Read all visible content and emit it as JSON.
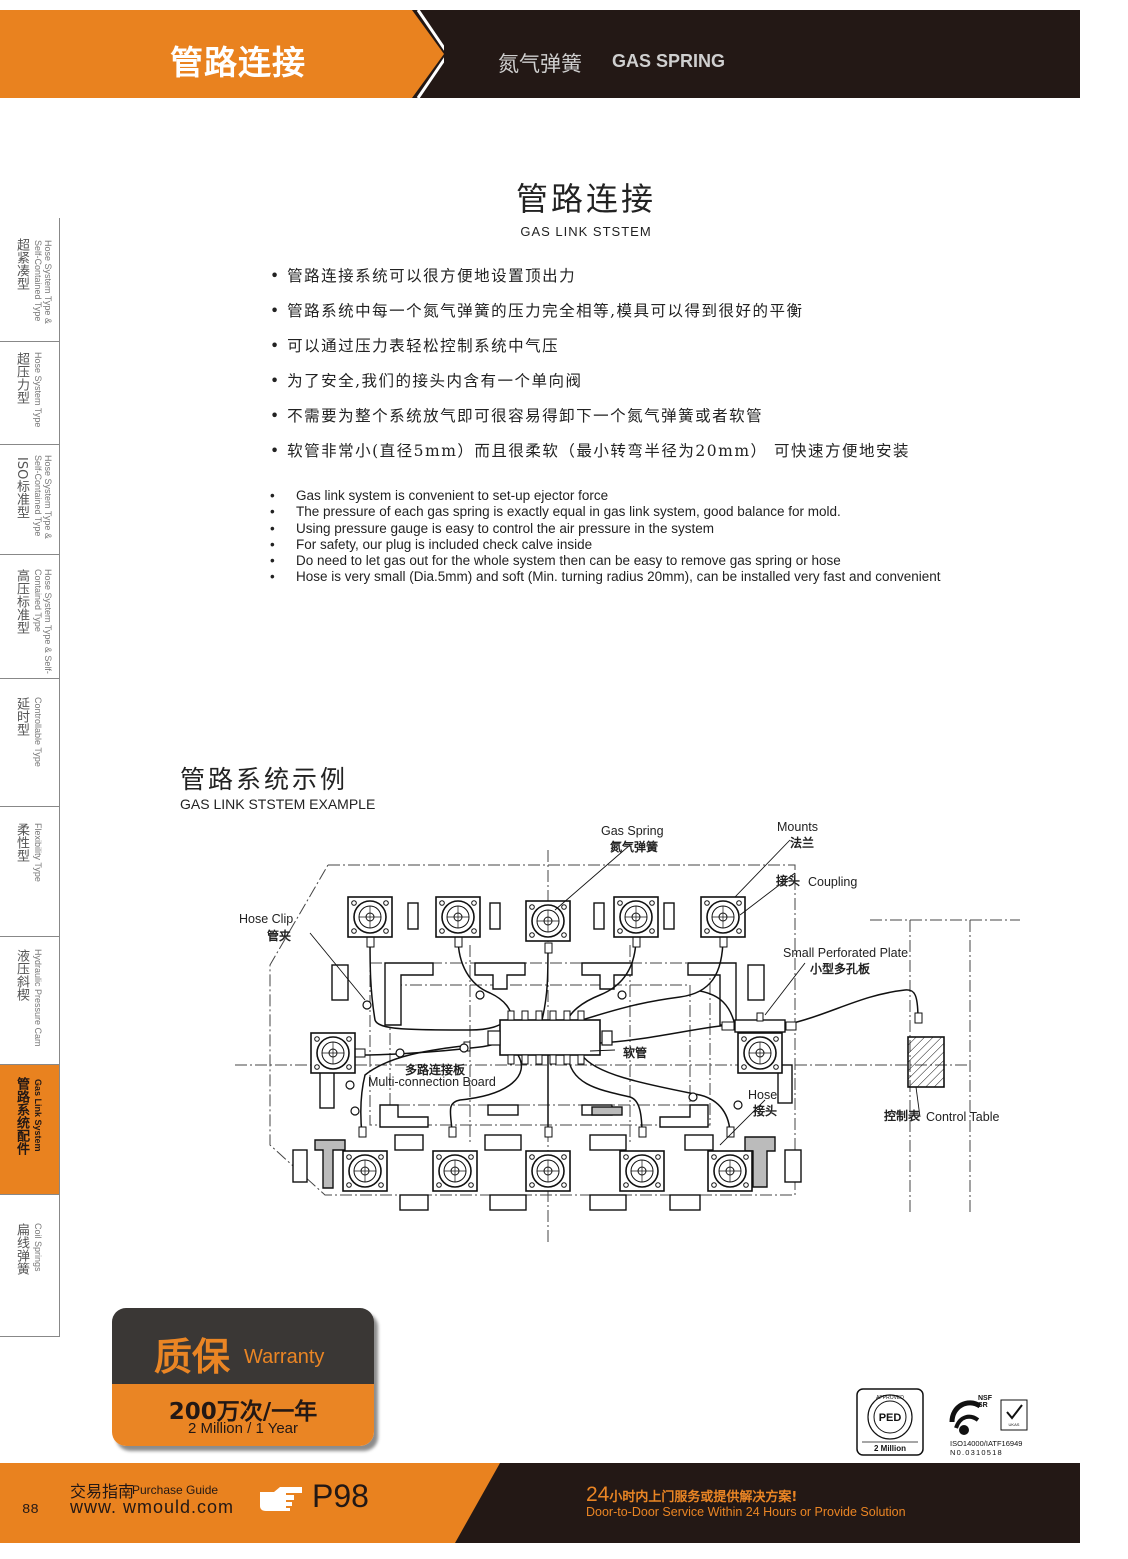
{
  "header": {
    "title": "管路连接",
    "subtitle_cn": "氮气弹簧",
    "subtitle_en": "GAS SPRING"
  },
  "side_tabs": [
    {
      "cn": "超紧凑型",
      "en": "Hose System Type & Self-Contained Type",
      "active": false
    },
    {
      "cn": "超压力型",
      "en": "Hose System Type",
      "active": false
    },
    {
      "cn": "ISO标准型",
      "en": "Hose System Type & Self-Contained Type",
      "active": false
    },
    {
      "cn": "高压标准型",
      "en": "Hose System Type & Self-Contained Type",
      "active": false
    },
    {
      "cn": "延时型",
      "en": "Controllable Type",
      "active": false
    },
    {
      "cn": "柔性型",
      "en": "Flexibility Type",
      "active": false
    },
    {
      "cn": "液压斜楔",
      "en": "Hydraulic Pressure Cam",
      "active": false
    },
    {
      "cn": "管路系统配件",
      "en": "Gas Link System",
      "active": true
    },
    {
      "cn": "扁线弹簧",
      "en": "Coil Springs",
      "active": false
    }
  ],
  "section": {
    "title": "管路连接",
    "subtitle": "GAS LINK STSTEM",
    "cn_bullets": [
      "管路连接系统可以很方便地设置顶出力",
      "管路系统中每一个氮气弹簧的压力完全相等,模具可以得到很好的平衡",
      "可以通过压力表轻松控制系统中气压",
      "为了安全,我们的接头内含有一个单向阀",
      "不需要为整个系统放气即可很容易得卸下一个氮气弹簧或者软管",
      "软管非常小(直径5mm）而且很柔软（最小转弯半径为20mm） 可快速方便地安装"
    ],
    "en_bullets": [
      "Gas link system is convenient to set-up ejector force",
      "The pressure of each gas spring is exactly equal in gas link system, good balance for mold.",
      "Using pressure gauge is easy to control the air pressure in the system",
      "For safety, our plug is included check calve inside",
      "Do need to let gas out for the whole system then can be easy to remove gas spring or hose",
      "Hose is very small (Dia.5mm) and soft (Min. turning radius 20mm), can be installed very fast and convenient"
    ],
    "bullet_char": "•"
  },
  "example": {
    "title": "管路系统示例",
    "subtitle": "GAS LINK STSTEM EXAMPLE",
    "labels": {
      "gas_spring_en": "Gas Spring",
      "gas_spring_cn": "氮气弹簧",
      "mounts_en": "Mounts",
      "mounts_cn": "法兰",
      "coupling_cn": "接头",
      "coupling_en": "Coupling",
      "hose_clip_en": "Hose Clip",
      "hose_clip_cn": "管夹",
      "plate_en": "Small Perforated Plate",
      "plate_cn": "小型多孔板",
      "soft_hose_cn": "软管",
      "board_cn": "多路连接板",
      "board_en": "Multi-connection Board",
      "hose_en": "Hose",
      "hose_cn": "接头",
      "control_cn": "控制表",
      "control_en": "Control Table"
    }
  },
  "warranty": {
    "title_cn": "质保",
    "title_en": "Warranty",
    "value_cn": "200万次/一年",
    "value_en": "2 Million / 1 Year"
  },
  "certs": {
    "ped_top": "APPROVED",
    "ped_mark": "PED",
    "ped_bottom": "2 Million",
    "nsf": "NSF",
    "isr": "ISR",
    "ukas": "UKAS",
    "iso_line1": "ISO14000/IATF16949",
    "iso_line2": "N0.0310518"
  },
  "footer": {
    "page_number": "88",
    "guide_cn": "交易指南",
    "guide_en": "Purchase Guide",
    "url": "www. wmould.com",
    "page_ref": "P98",
    "service_num": "24",
    "service_cn": "小时内上门服务或提供解决方案!",
    "service_en": "Door-to-Door Service Within 24 Hours or Provide Solution"
  },
  "colors": {
    "brand_orange": "#ea8524",
    "dark": "#231815"
  },
  "icons": [
    "hand-pointer-icon",
    "ped-certification-icon",
    "nsf-isr-certification-icon"
  ]
}
